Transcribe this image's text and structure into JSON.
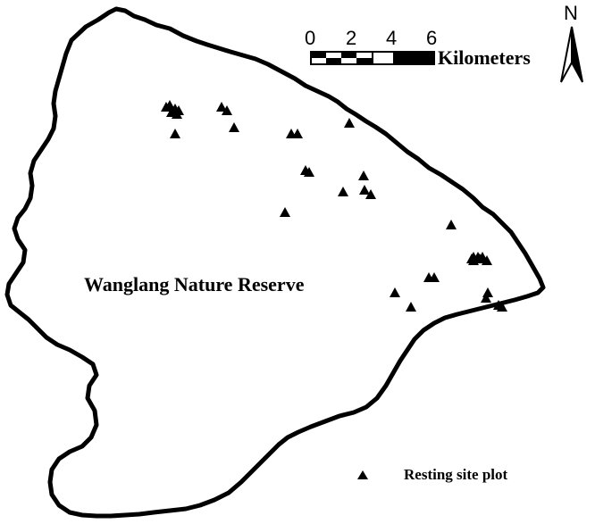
{
  "reserve": {
    "name": "Wanglang Nature Reserve"
  },
  "scale_bar": {
    "tick_labels": [
      "0",
      "2",
      "4",
      "6"
    ],
    "unit_label": "Kilometers"
  },
  "north_arrow": {
    "label": "N",
    "icon": "north-arrow-icon"
  },
  "legend": {
    "items": [
      {
        "symbol": "black-triangle",
        "label": "Resting site plot"
      }
    ]
  },
  "resting_sites": {
    "count": 36,
    "symbol_color": "#000000"
  },
  "colors": {
    "boundary": "#000000",
    "background": "#ffffff"
  }
}
